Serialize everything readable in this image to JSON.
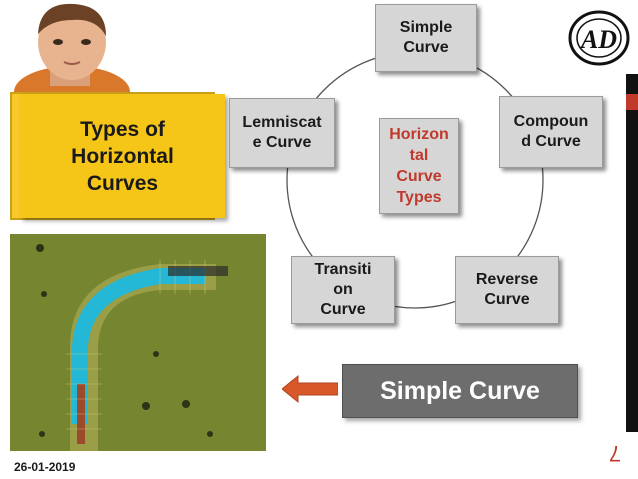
{
  "title": "Types of\nHorizontal\nCurves",
  "diagram": {
    "center": "Horizon\ntal\nCurve\nTypes",
    "center_color": "#c0392b",
    "nodes": [
      "Simple\nCurve",
      "Compoun\nd Curve",
      "Reverse\nCurve",
      "Transiti\non\nCurve",
      "Lemniscat\ne Curve"
    ]
  },
  "caption": "Simple Curve",
  "logo_text": "AD",
  "date": "26-01-2019",
  "page_number": "7",
  "colors": {
    "title_bg": "#f5c518",
    "node_bg": "#d6d6d6",
    "caption_bg": "#6d6d6d",
    "arrow": "#d9582a",
    "accent_red": "#c0392b"
  }
}
